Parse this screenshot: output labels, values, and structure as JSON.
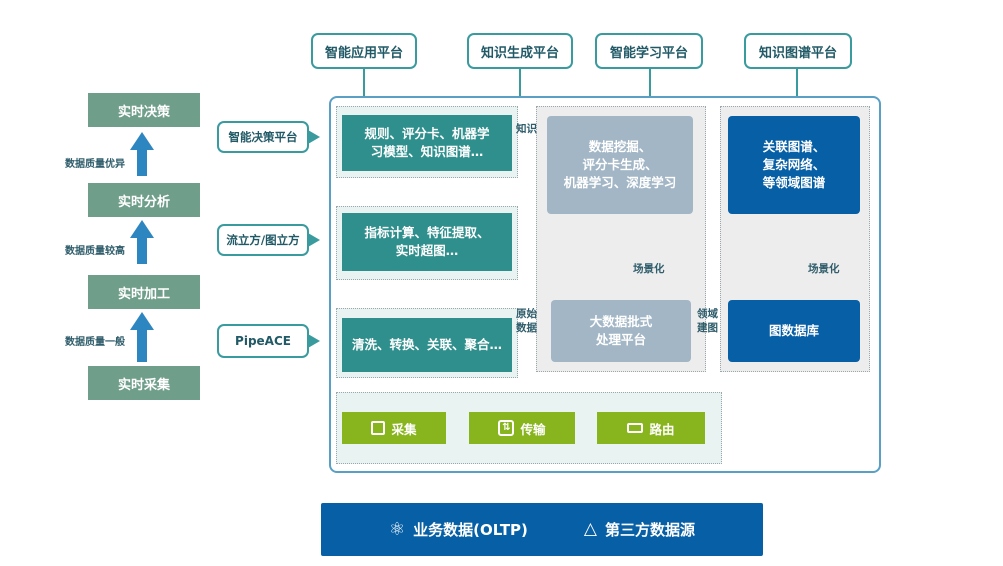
{
  "left_stack": {
    "stages": [
      "实时决策",
      "实时分析",
      "实时加工",
      "实时采集"
    ],
    "quality_labels": [
      "数据质量优异",
      "数据质量较高",
      "数据质量一般"
    ]
  },
  "side_callouts": [
    "智能决策平台",
    "流立方/图立方",
    "PipeACE"
  ],
  "top_callouts": [
    "智能应用平台",
    "知识生成平台",
    "智能学习平台",
    "知识图谱平台"
  ],
  "boxes": {
    "rules": "规则、评分卡、机器学\n习模型、知识图谱…",
    "metrics": "指标计算、特征提取、\n实时超图…",
    "cleaning": "清洗、转换、关联、聚合…",
    "mining": "数据挖掘、\n评分卡生成、\n机器学习、深度学习",
    "bigdata": "大数据批式\n处理平台",
    "graph": "关联图谱、\n复杂网络、\n等领域图谱",
    "graphdb": "图数据库"
  },
  "arrow_labels": {
    "knowledge": "知识",
    "raw_data": "原始\n数据",
    "scenario_1": "场景化",
    "scenario_2": "场景化",
    "domain_graph": "领域\n建图"
  },
  "bottom_buttons": [
    {
      "label": "采集",
      "icon": "collect-icon"
    },
    {
      "label": "传输",
      "icon": "transfer-icon"
    },
    {
      "label": "路由",
      "icon": "router-icon"
    }
  ],
  "sources_bar": {
    "items": [
      {
        "label": "业务数据(OLTP)",
        "icon": "atom-icon"
      },
      {
        "label": "第三方数据源",
        "icon": "triangle-network-icon"
      }
    ]
  },
  "colors": {
    "left_green": "#6f9e8a",
    "teal": "#2f8f8c",
    "arrow_blue": "#2e86c1",
    "grey_blue": "#a3b6c6",
    "navy": "#075fa5",
    "lime": "#88b51d",
    "frame_border": "#5a9fc4"
  }
}
